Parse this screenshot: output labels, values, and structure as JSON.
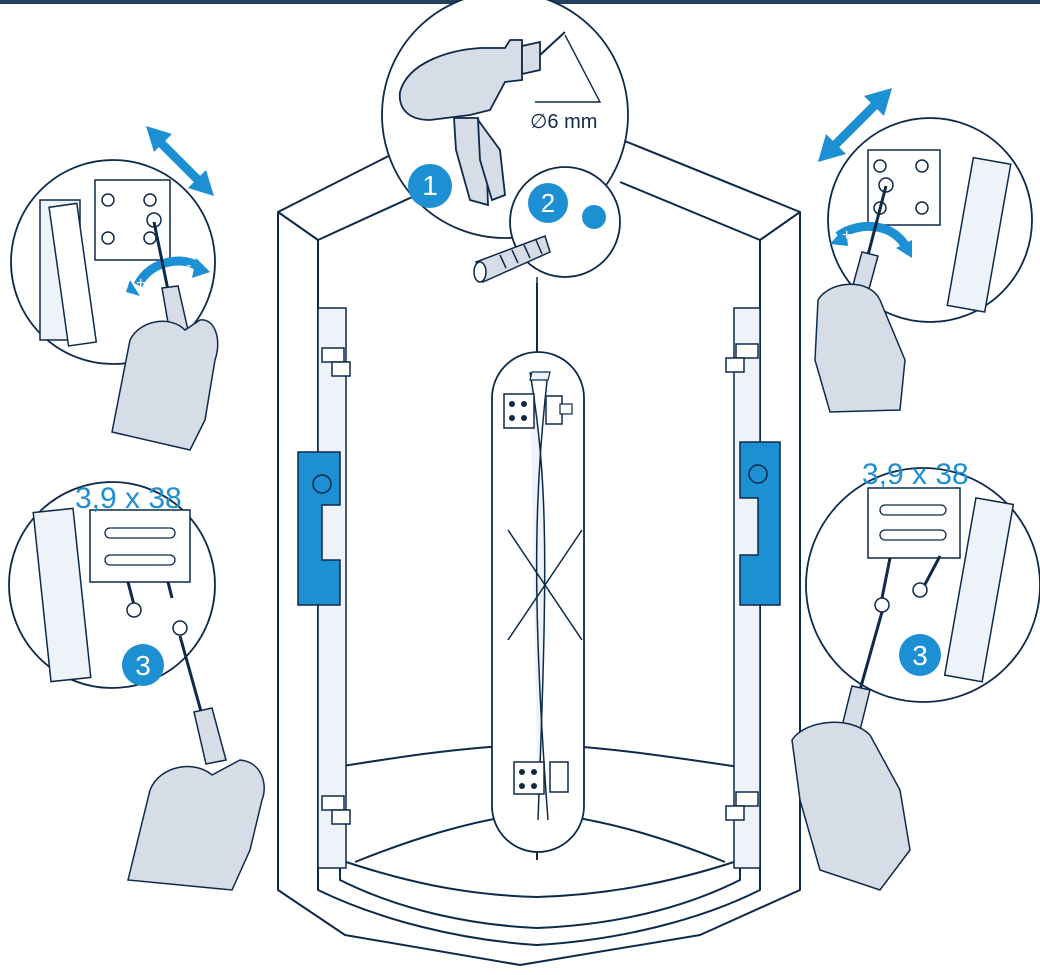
{
  "colors": {
    "accent": "#1d8fd3",
    "line": "#0e2a4a",
    "hand": "#d6dde6",
    "glass": "#eef3fa",
    "top_bar": "#24405f"
  },
  "callouts": {
    "drill_size": "∅6 mm",
    "step1": "1",
    "step2": "2",
    "step3_left": "3",
    "step3_right": "3",
    "screw_left": "3,9 x 38",
    "screw_right": "3,9 x 38",
    "plus_left": "+",
    "minus_left": "-",
    "plus_right": "+",
    "minus_right": "-"
  },
  "icons": {
    "drill": "drill-icon",
    "wall_plug": "wall-plug-icon",
    "screwdriver": "screwdriver-icon",
    "hand": "hand-icon",
    "double_arrow": "double-arrow-icon",
    "rotate_arrow": "rotate-arrow-icon",
    "hinge": "hinge-icon",
    "handle": "door-handle-icon"
  }
}
